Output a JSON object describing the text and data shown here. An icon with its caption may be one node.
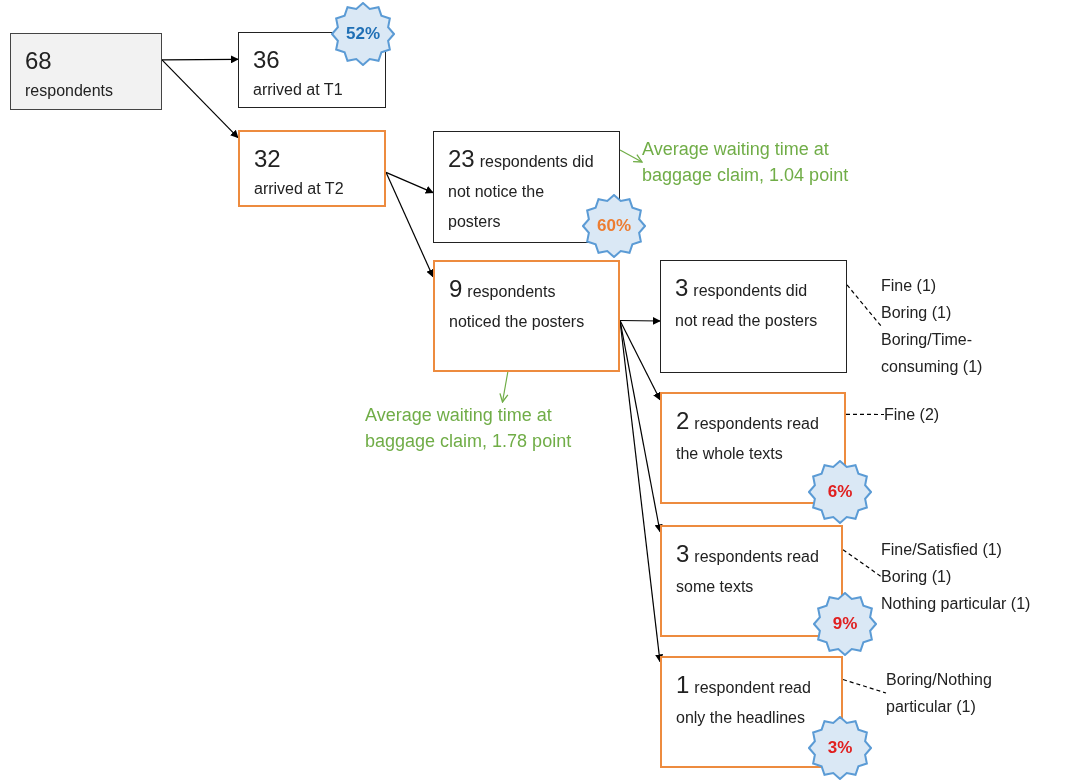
{
  "diagram": {
    "nodes": [
      {
        "text": [
          "68",
          "respondents"
        ]
      },
      {
        "text": [
          "36",
          "arrived at T1"
        ]
      },
      {
        "text": [
          "52%"
        ]
      },
      {
        "text": [
          "32",
          "arrived at T2"
        ]
      },
      {
        "text": [
          "23",
          "respondents did not notice the posters"
        ]
      },
      {
        "text": [
          "60%"
        ]
      },
      {
        "text": [
          "Average waiting time at baggage claim, 1.04 point"
        ]
      },
      {
        "text": [
          "9",
          "respondents noticed the posters"
        ]
      },
      {
        "text": [
          "Average waiting time at baggage claim, 1.78 point"
        ]
      },
      {
        "text": [
          "3",
          "respondents did not read the posters"
        ]
      },
      {
        "text": [
          "Fine (1)",
          "Boring (1)",
          "Boring/Time-consuming (1)"
        ]
      },
      {
        "text": [
          "2",
          "respondents read the whole texts"
        ]
      },
      {
        "text": [
          "6%"
        ]
      },
      {
        "text": [
          "Fine (2)"
        ]
      },
      {
        "text": [
          "3",
          "respondents read some texts"
        ]
      },
      {
        "text": [
          "9%"
        ]
      },
      {
        "text": [
          "Fine/Satisfied (1)",
          "Boring (1)",
          "Nothing particular (1)"
        ]
      },
      {
        "text": [
          "1",
          "respondent read only the headlines"
        ]
      },
      {
        "text": [
          "3%"
        ]
      },
      {
        "text": [
          "Boring/Nothing particular (1)"
        ]
      }
    ],
    "edges": [
      {
        "from": 0,
        "to": 1,
        "arrow": "to"
      },
      {
        "from": 0,
        "to": 3,
        "arrow": "to"
      },
      {
        "from": 3,
        "to": 4,
        "arrow": "to"
      },
      {
        "from": 3,
        "to": 7,
        "arrow": "to"
      },
      {
        "from": 4,
        "to": 6,
        "arrow": "to",
        "color": "#70ad47"
      },
      {
        "from": 7,
        "to": 8,
        "arrow": "to",
        "color": "#70ad47"
      },
      {
        "from": 7,
        "to": 9,
        "arrow": "to"
      },
      {
        "from": 7,
        "to": 11,
        "arrow": "to"
      },
      {
        "from": 7,
        "to": 14,
        "arrow": "to"
      },
      {
        "from": 7,
        "to": 17,
        "arrow": "to"
      },
      {
        "from": 9,
        "to": 10,
        "arrow": "none",
        "style": "dashed"
      },
      {
        "from": 11,
        "to": 13,
        "arrow": "none",
        "style": "dashed"
      },
      {
        "from": 14,
        "to": 16,
        "arrow": "none",
        "style": "dashed"
      },
      {
        "from": 17,
        "to": 19,
        "arrow": "none",
        "style": "dashed"
      }
    ]
  }
}
